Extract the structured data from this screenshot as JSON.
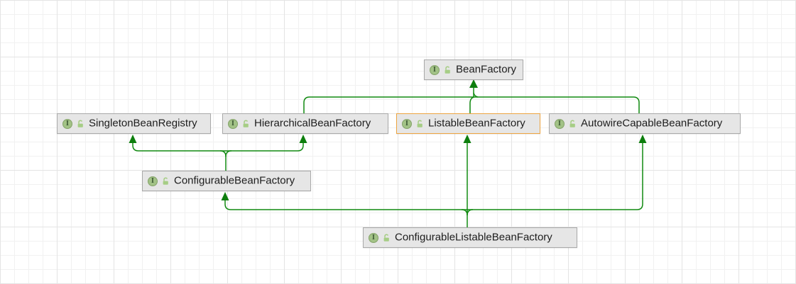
{
  "diagram": {
    "tool": "uml-class-diagram",
    "nodes": [
      {
        "id": "beanfactory",
        "label": "BeanFactory",
        "kind": "interface",
        "visibility": "public",
        "selected": false
      },
      {
        "id": "singleton",
        "label": "SingletonBeanRegistry",
        "kind": "interface",
        "visibility": "public",
        "selected": false
      },
      {
        "id": "hierarchical",
        "label": "HierarchicalBeanFactory",
        "kind": "interface",
        "visibility": "public",
        "selected": false
      },
      {
        "id": "listable",
        "label": "ListableBeanFactory",
        "kind": "interface",
        "visibility": "public",
        "selected": true
      },
      {
        "id": "autowire",
        "label": "AutowireCapableBeanFactory",
        "kind": "interface",
        "visibility": "public",
        "selected": false
      },
      {
        "id": "configurable",
        "label": "ConfigurableBeanFactory",
        "kind": "interface",
        "visibility": "public",
        "selected": false
      },
      {
        "id": "configlistable",
        "label": "ConfigurableListableBeanFactory",
        "kind": "interface",
        "visibility": "public",
        "selected": false
      }
    ],
    "edges": [
      {
        "from": "HierarchicalBeanFactory",
        "to": "BeanFactory",
        "type": "extends"
      },
      {
        "from": "ListableBeanFactory",
        "to": "BeanFactory",
        "type": "extends"
      },
      {
        "from": "AutowireCapableBeanFactory",
        "to": "BeanFactory",
        "type": "extends"
      },
      {
        "from": "ConfigurableBeanFactory",
        "to": "SingletonBeanRegistry",
        "type": "extends"
      },
      {
        "from": "ConfigurableBeanFactory",
        "to": "HierarchicalBeanFactory",
        "type": "extends"
      },
      {
        "from": "ConfigurableListableBeanFactory",
        "to": "ConfigurableBeanFactory",
        "type": "extends"
      },
      {
        "from": "ConfigurableListableBeanFactory",
        "to": "ListableBeanFactory",
        "type": "extends"
      },
      {
        "from": "ConfigurableListableBeanFactory",
        "to": "AutowireCapableBeanFactory",
        "type": "extends"
      }
    ],
    "colors": {
      "edge": "#118a11",
      "arrowhead": "#0d7e0d",
      "node_bg": "#e6e6e6",
      "node_border": "#a9a9a9",
      "selected_border": "#eda440",
      "interface_icon_bg": "#a2c286",
      "interface_icon_letter": "#3a5531",
      "lock_icon": "#a6cd85",
      "grid_minor": "#f1f1f1",
      "grid_major": "#e4e4e4"
    },
    "icon_letter": "I"
  }
}
